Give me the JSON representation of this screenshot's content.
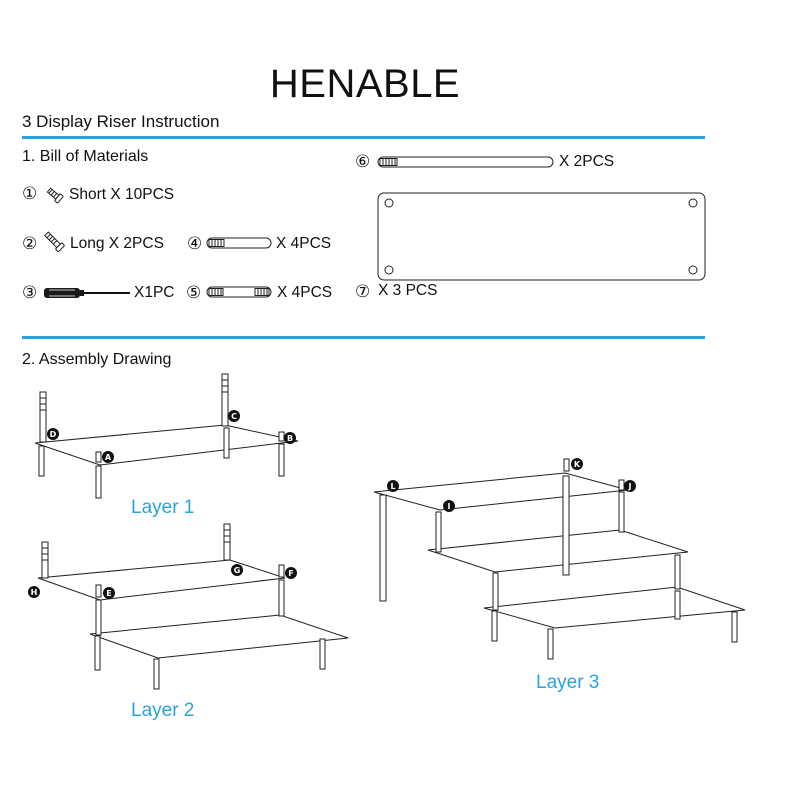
{
  "brand": "HENABLE",
  "subtitle": "3 Display Riser Instruction",
  "bom": {
    "heading": "1. Bill of Materials",
    "items": [
      {
        "num": "①",
        "text": "Short X 10PCS",
        "icon": "short-screw-icon"
      },
      {
        "num": "②",
        "text": "Long X 2PCS",
        "icon": "long-screw-icon"
      },
      {
        "num": "③",
        "text": "X1PC",
        "icon": "screwdriver-icon"
      },
      {
        "num": "④",
        "text": "X 4PCS",
        "icon": "standoff-tube-icon"
      },
      {
        "num": "⑤",
        "text": "X 4PCS",
        "icon": "double-threaded-standoff-icon"
      },
      {
        "num": "⑥",
        "text": "X 2PCS",
        "icon": "long-rod-icon"
      },
      {
        "num": "⑦",
        "text": "X 3 PCS",
        "icon": "acrylic-panel-icon"
      }
    ]
  },
  "assembly": {
    "heading": "2. Assembly Drawing",
    "layers": [
      "Layer 1",
      "Layer 2",
      "Layer 3"
    ],
    "markers": [
      "A",
      "B",
      "C",
      "D",
      "E",
      "F",
      "G",
      "H",
      "I",
      "J",
      "K",
      "L"
    ]
  },
  "colors": {
    "accent": "#29a3dc",
    "ink": "#222222"
  }
}
